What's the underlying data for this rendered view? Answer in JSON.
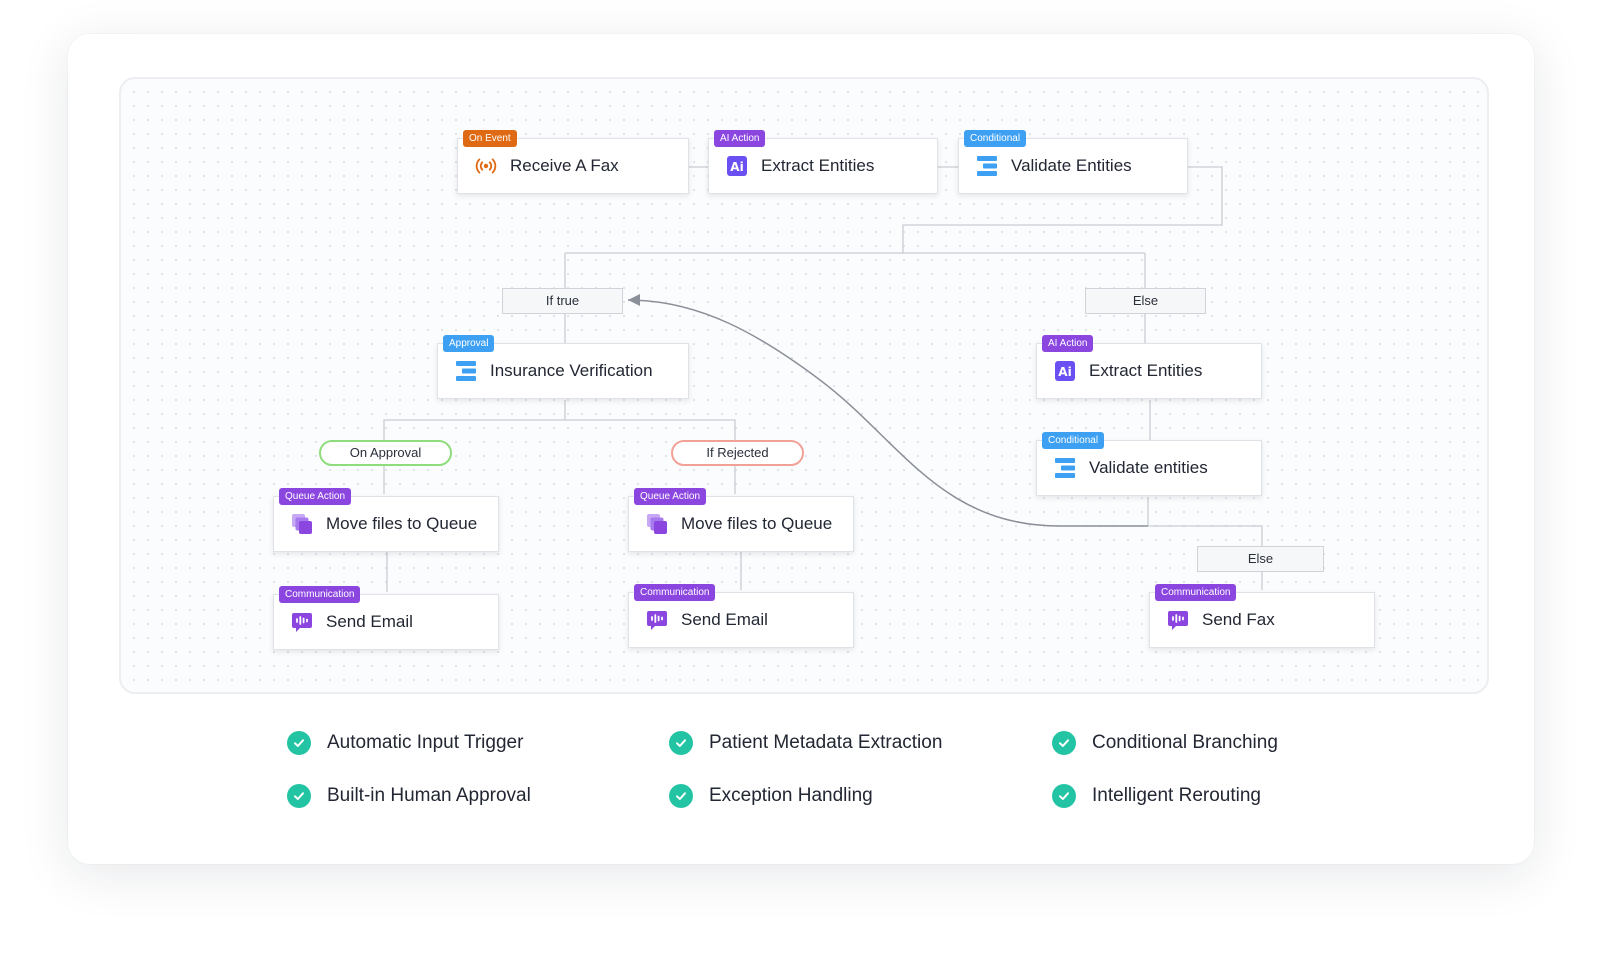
{
  "nodes": {
    "receive_fax": {
      "tag": "On Event",
      "title": "Receive A Fax",
      "icon": "broadcast-icon"
    },
    "extract_entities_top": {
      "tag": "AI Action",
      "title": "Extract Entities",
      "icon": "ai-icon"
    },
    "validate_entities_top": {
      "tag": "Conditional",
      "title": "Validate Entities",
      "icon": "conditional-icon"
    },
    "insurance_verification": {
      "tag": "Approval",
      "title": "Insurance Verification",
      "icon": "conditional-icon"
    },
    "extract_entities_else": {
      "tag": "AI Action",
      "title": "Extract Entities",
      "icon": "ai-icon"
    },
    "validate_entities_else": {
      "tag": "Conditional",
      "title": "Validate entities",
      "icon": "conditional-icon"
    },
    "move_queue_approval": {
      "tag": "Queue Action",
      "title": "Move files to Queue",
      "icon": "queue-icon"
    },
    "move_queue_rejected": {
      "tag": "Queue Action",
      "title": "Move files to Queue",
      "icon": "queue-icon"
    },
    "send_email_approval": {
      "tag": "Communication",
      "title": "Send Email",
      "icon": "communication-icon"
    },
    "send_email_rejected": {
      "tag": "Communication",
      "title": "Send Email",
      "icon": "communication-icon"
    },
    "send_fax": {
      "tag": "Communication",
      "title": "Send Fax",
      "icon": "communication-icon"
    }
  },
  "branches": {
    "if_true": "If true",
    "else_top": "Else",
    "on_approval": "On Approval",
    "if_rejected": "If Rejected",
    "else_bottom": "Else"
  },
  "features": [
    "Automatic Input Trigger",
    "Patient Metadata Extraction",
    "Conditional Branching",
    "Built-in Human Approval",
    "Exception Handling",
    "Intelligent Rerouting"
  ],
  "colors": {
    "on_event": "#e06a13",
    "ai_action": "#8b46e0",
    "conditional": "#3ea0f2",
    "check": "#23c4a3",
    "approve": "#8fdc7d",
    "reject": "#f2a197"
  }
}
